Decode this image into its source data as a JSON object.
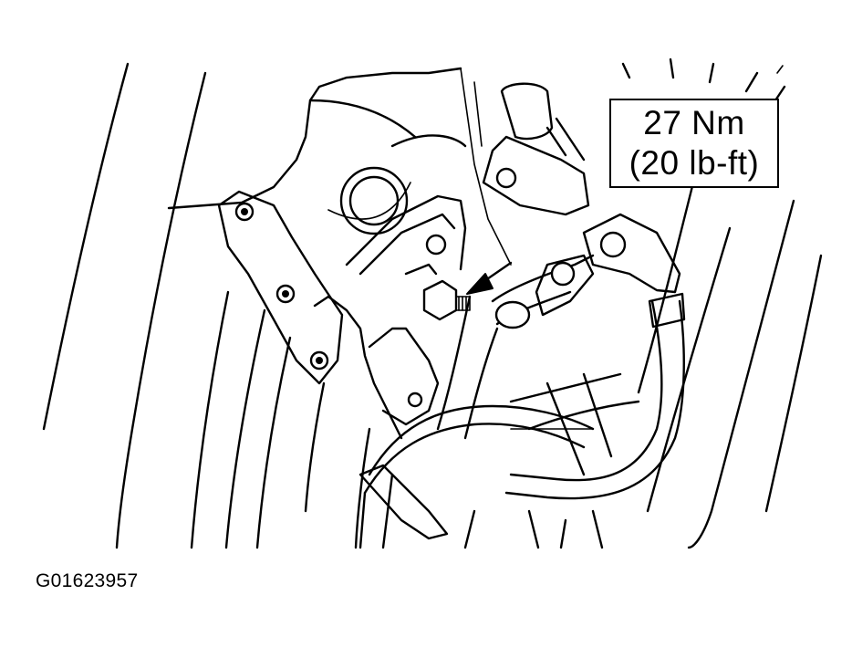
{
  "callout": {
    "torque_nm": "27 Nm",
    "torque_lbft": "(20 lb-ft)"
  },
  "figure": {
    "id": "G01623957"
  }
}
